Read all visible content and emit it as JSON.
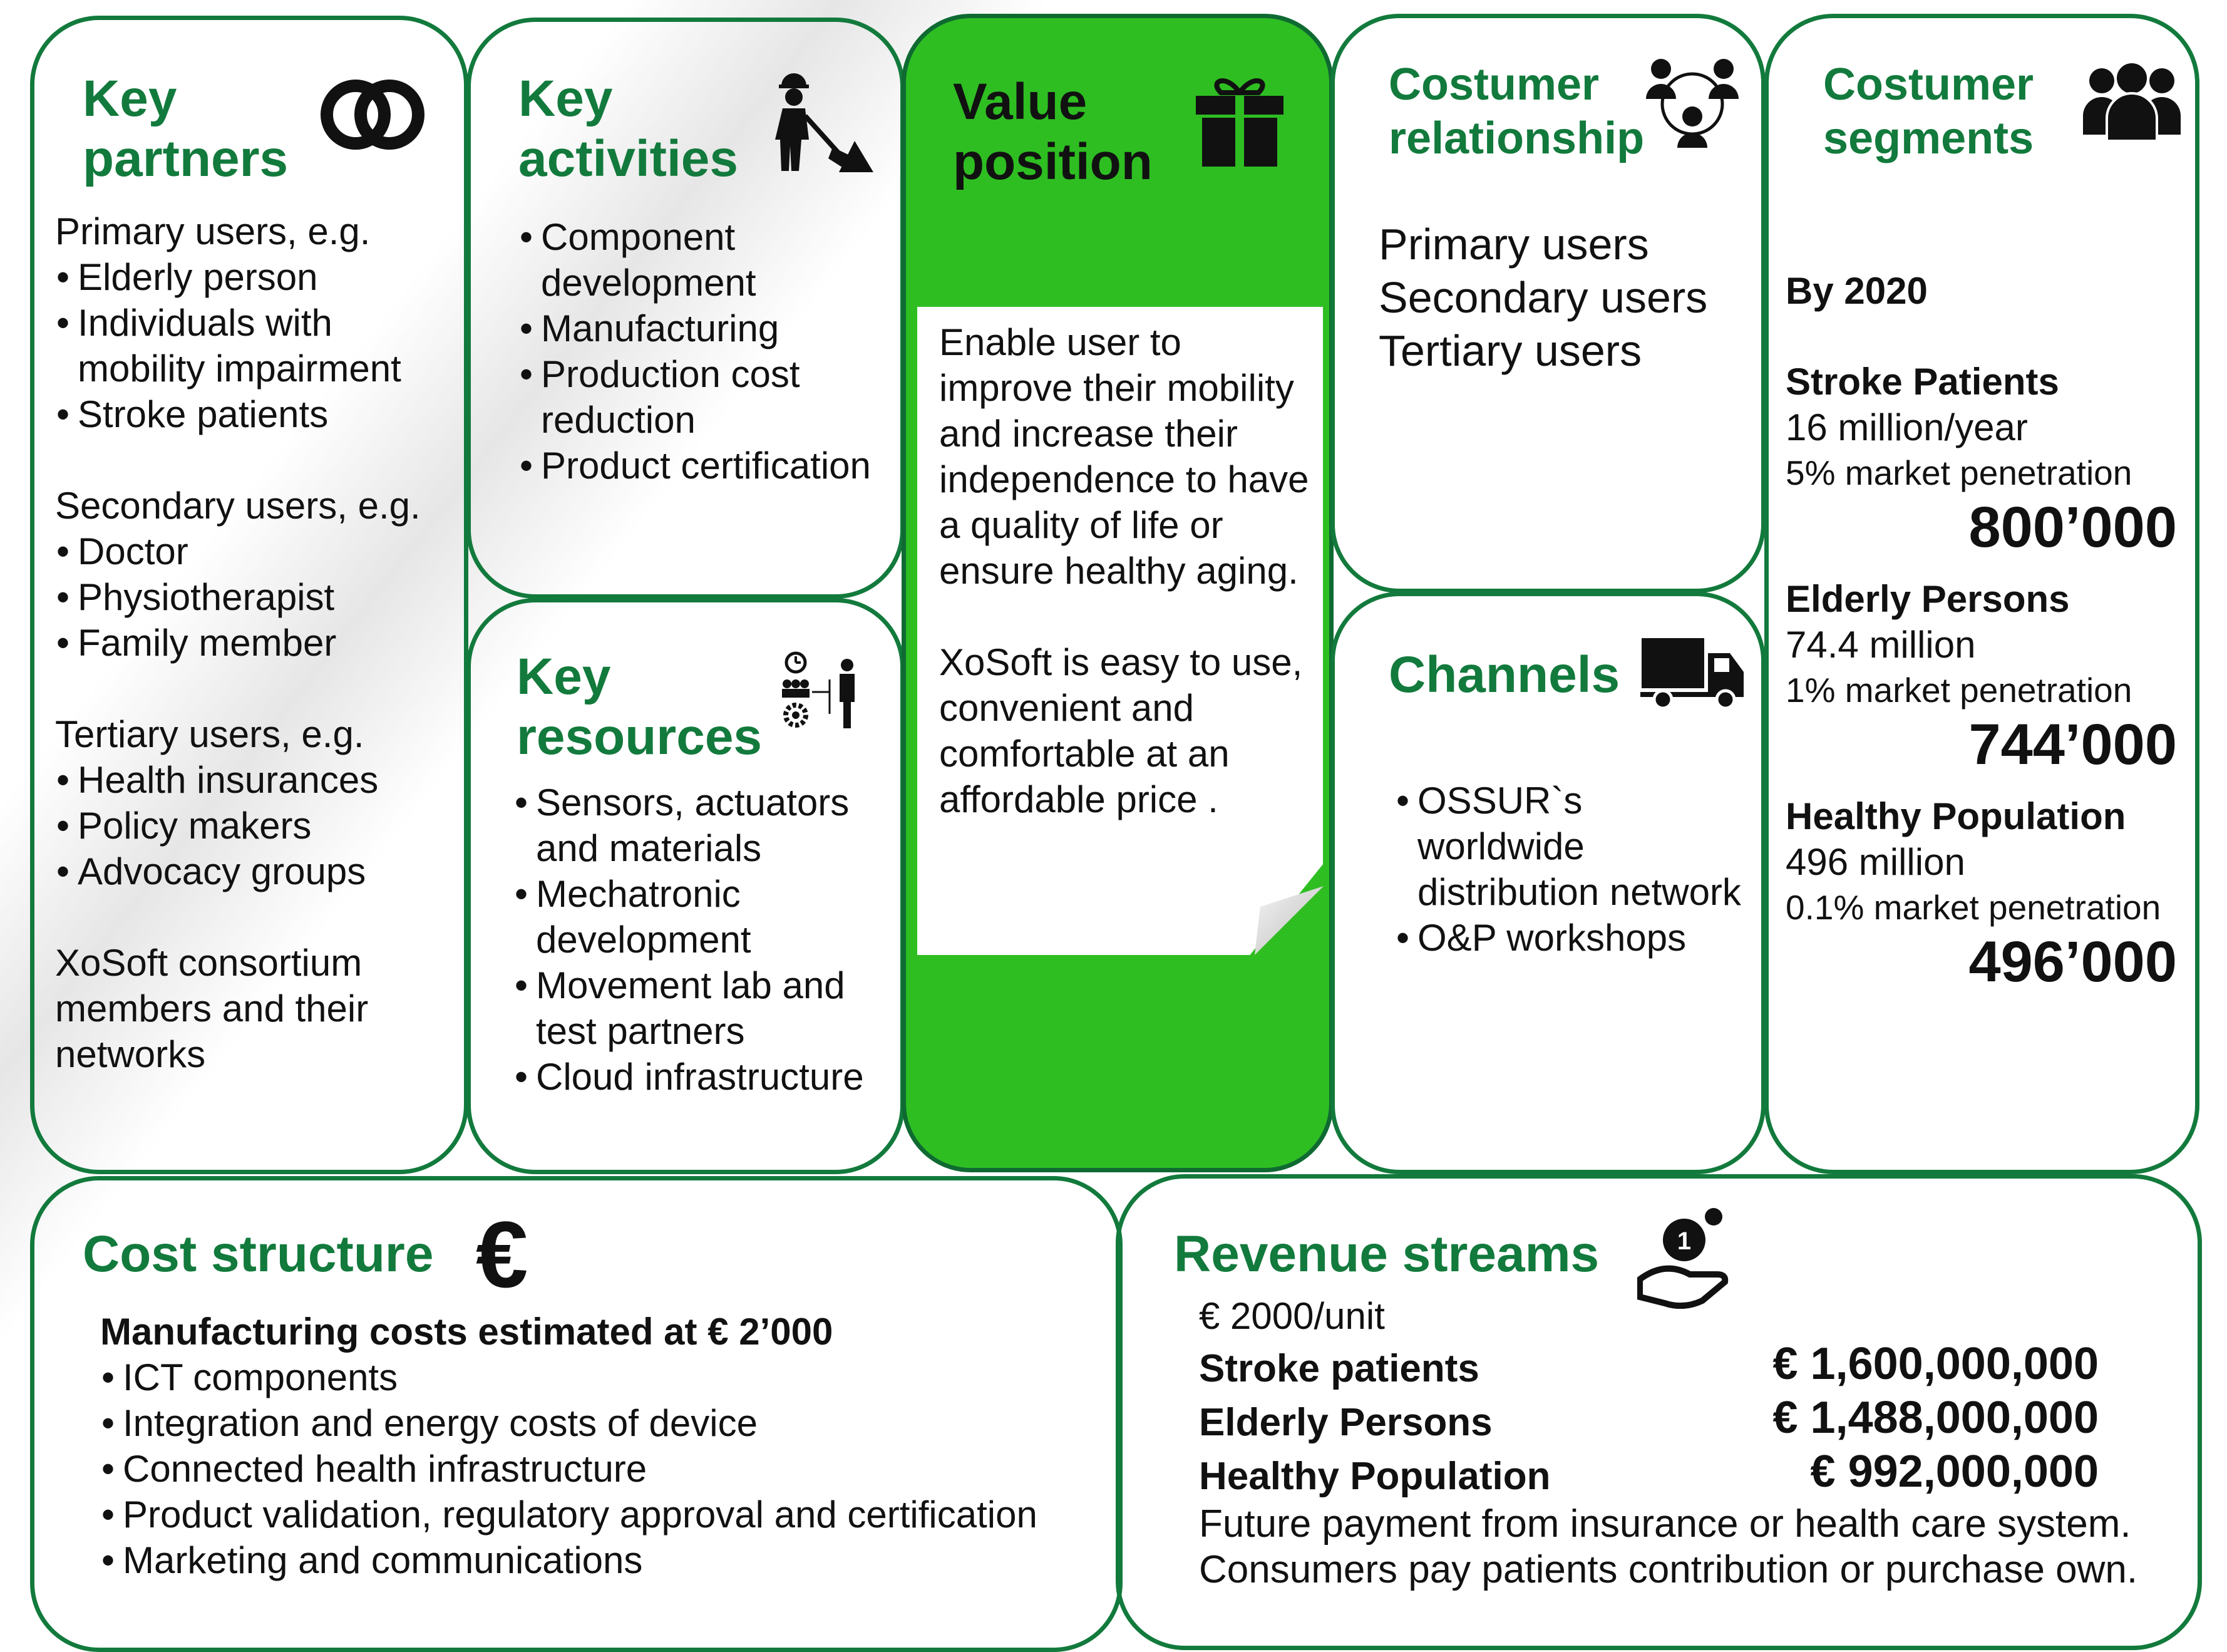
{
  "colors": {
    "accent": "#127a3c",
    "value_fill": "#2ebe22"
  },
  "partners": {
    "title": "Key\npartners",
    "icon": "interlocking-rings-icon",
    "primary_head": "Primary users, e.g.",
    "primary": [
      "Elderly person",
      "Individuals with mobility impairment",
      "Stroke patients"
    ],
    "secondary_head": "Secondary users, e.g.",
    "secondary": [
      "Doctor",
      "Physiotherapist",
      "Family member"
    ],
    "tertiary_head": "Tertiary users, e.g.",
    "tertiary": [
      "Health insurances",
      "Policy makers",
      "Advocacy groups"
    ],
    "consortium": "XoSoft consortium members and their networks"
  },
  "activities": {
    "title": "Key\nactivities",
    "icon": "construction-worker-icon",
    "items": [
      "Component development",
      "Manufacturing",
      "Production cost reduction",
      "Product certification"
    ]
  },
  "resources": {
    "title": "Key\nresources",
    "icon": "resources-icon",
    "items": [
      "Sensors, actuators and materials",
      "Mechatronic development",
      "Movement lab and test partners",
      "Cloud infrastructure"
    ]
  },
  "value": {
    "title": "Value\nposition",
    "icon": "gift-icon",
    "p1": "Enable user to improve their mobility and increase their independence to have a quality of life or ensure healthy aging.",
    "p2": "XoSoft is easy to use, convenient and comfortable at an affordable price ."
  },
  "relationship": {
    "title": "Costumer\nrelationship",
    "icon": "people-network-icon",
    "items": [
      "Primary users",
      "Secondary users",
      "Tertiary users"
    ]
  },
  "channels": {
    "title": "Channels",
    "icon": "truck-icon",
    "items": [
      "OSSUR`s worldwide distribution network",
      "O&P workshops"
    ]
  },
  "segments": {
    "title": "Costumer\nsegments",
    "icon": "group-icon",
    "by": "By 2020",
    "groups": [
      {
        "name": "Stroke Patients",
        "size": "16 million/year",
        "penetration": "5% market penetration",
        "total": "800’000"
      },
      {
        "name": "Elderly Persons",
        "size": "74.4 million",
        "penetration": "1% market penetration",
        "total": "744’000"
      },
      {
        "name": "Healthy Population",
        "size": "496 million",
        "penetration": "0.1% market penetration",
        "total": "496’000"
      }
    ]
  },
  "cost": {
    "title": "Cost structure",
    "icon": "euro-icon",
    "head": "Manufacturing costs estimated at  € 2’000",
    "items": [
      "ICT components",
      "Integration and energy costs of device",
      "Connected health infrastructure",
      "Product validation, regulatory approval and certification",
      "Marketing and communications"
    ]
  },
  "revenue": {
    "title": "Revenue streams",
    "icon": "coin-hand-icon",
    "unit": "€ 2000/unit",
    "rows": [
      {
        "label": "Stroke patients",
        "value": "€ 1,600,000,000"
      },
      {
        "label": "Elderly Persons",
        "value": "€ 1,488,000,000"
      },
      {
        "label": "Healthy Population",
        "value": "€ 992,000,000"
      }
    ],
    "note1": "Future payment from insurance or health care system.",
    "note2": "Consumers pay patients contribution or purchase own."
  }
}
